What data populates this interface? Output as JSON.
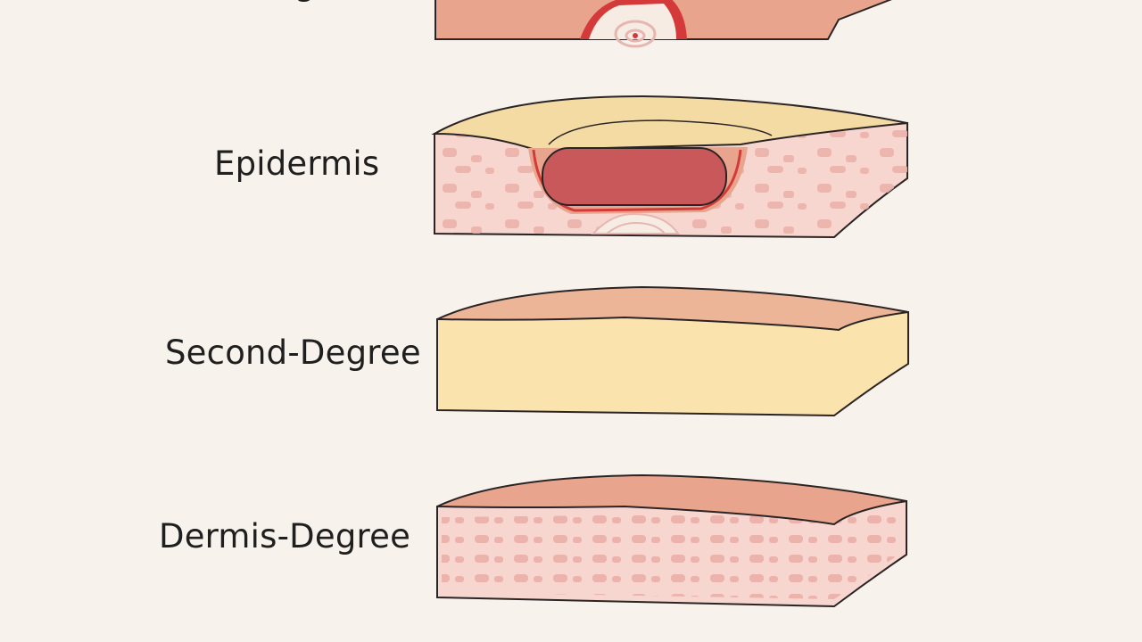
{
  "diagram": {
    "labels": {
      "top_cut": "g",
      "epidermis": "Epidermis",
      "second_degree": "Second-Degree",
      "dermis_degree": "Dermis-Degree"
    },
    "colors": {
      "background": "#f8f2ec",
      "outline": "#2b2424",
      "skin_surface": "#e9a48e",
      "skin_dermis": "#f6d6cf",
      "dermis_spots": "#ebb1aa",
      "blister_top": "#f3dba3",
      "blister_core": "#c9585a",
      "wound_rim": "#d53a3a",
      "yellow_layer": "#fbe3ad",
      "yellow_top": "#ecb597"
    }
  }
}
